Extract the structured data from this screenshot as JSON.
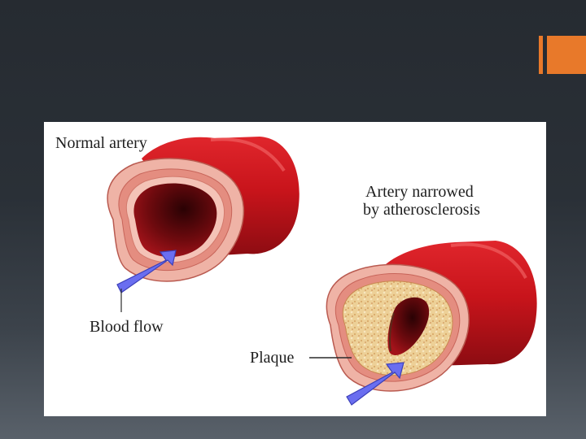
{
  "slide": {
    "accent_color": "#e8792a",
    "background_top": "#262b31",
    "background_bottom": "#59616a"
  },
  "figure": {
    "labels": {
      "normal_artery": "Normal artery",
      "narrowed_line1": "Artery narrowed",
      "narrowed_line2": "by atherosclerosis",
      "blood_flow": "Blood flow",
      "plaque": "Plaque"
    },
    "colors": {
      "artery_red": "#c8141b",
      "artery_dark": "#6e0a0e",
      "wall_pink": "#efb3a6",
      "plaque_yellow": "#edd097",
      "arrow_blue": "#6a6ef0"
    },
    "icons": [
      "normal-artery-illustration",
      "narrowed-artery-illustration",
      "blood-flow-arrow-icon",
      "plaque-pointer-line"
    ]
  }
}
